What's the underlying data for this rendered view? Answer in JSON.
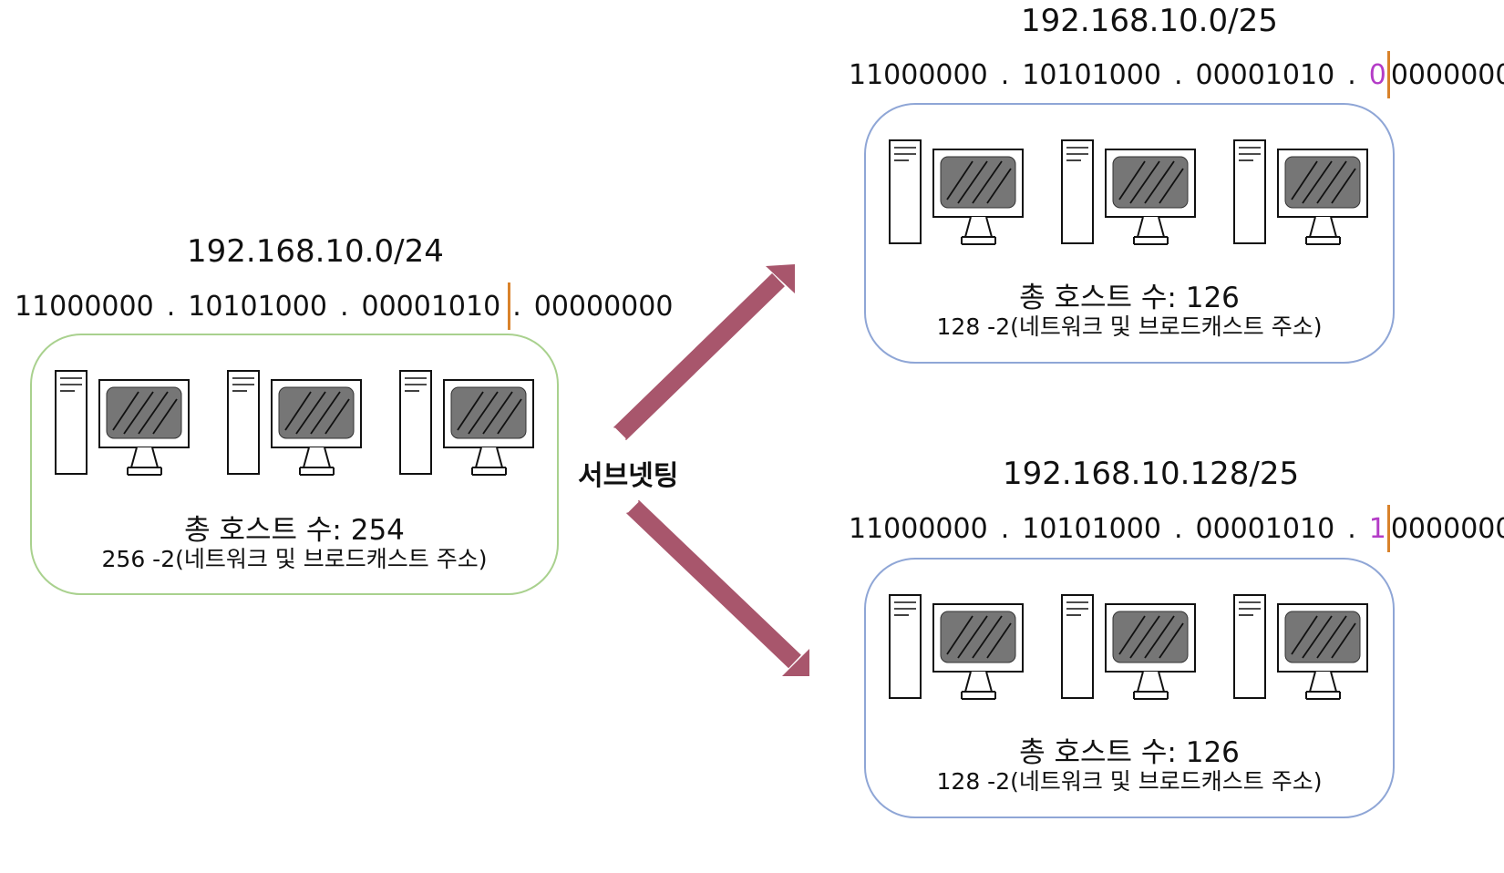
{
  "left": {
    "cidr": "192.168.10.0/24",
    "octets": [
      "11000000",
      "10101000",
      "00001010",
      "00000000"
    ],
    "dot": ".",
    "hosts_total": "총 호스트 수: 254",
    "hosts_calc": "256 -2(네트워크 및 브로드캐스트 주소)",
    "border_color": "#a9d18e"
  },
  "subnet_label": "서브넷팅",
  "arrow_color": "#a8566c",
  "top_right": {
    "cidr": "192.168.10.0/25",
    "octets": [
      "11000000",
      "10101000",
      "00001010"
    ],
    "last_octet_marked_bit": "0",
    "last_octet_rest": "0000000",
    "dot": ".",
    "hosts_total": "총 호스트 수: 126",
    "hosts_calc": "128 -2(네트워크 및 브로드캐스트 주소)",
    "border_color": "#8fa6d6"
  },
  "bottom_right": {
    "cidr": "192.168.10.128/25",
    "octets": [
      "11000000",
      "10101000",
      "00001010"
    ],
    "last_octet_marked_bit": "1",
    "last_octet_rest": "0000000",
    "dot": ".",
    "hosts_total": "총 호스트 수: 126",
    "hosts_calc": "128 -2(네트워크 및 브로드캐스트 주소)",
    "border_color": "#8fa6d6"
  },
  "icons": {
    "computer": "desktop-computer-icon",
    "arrow": "arrow-icon"
  }
}
